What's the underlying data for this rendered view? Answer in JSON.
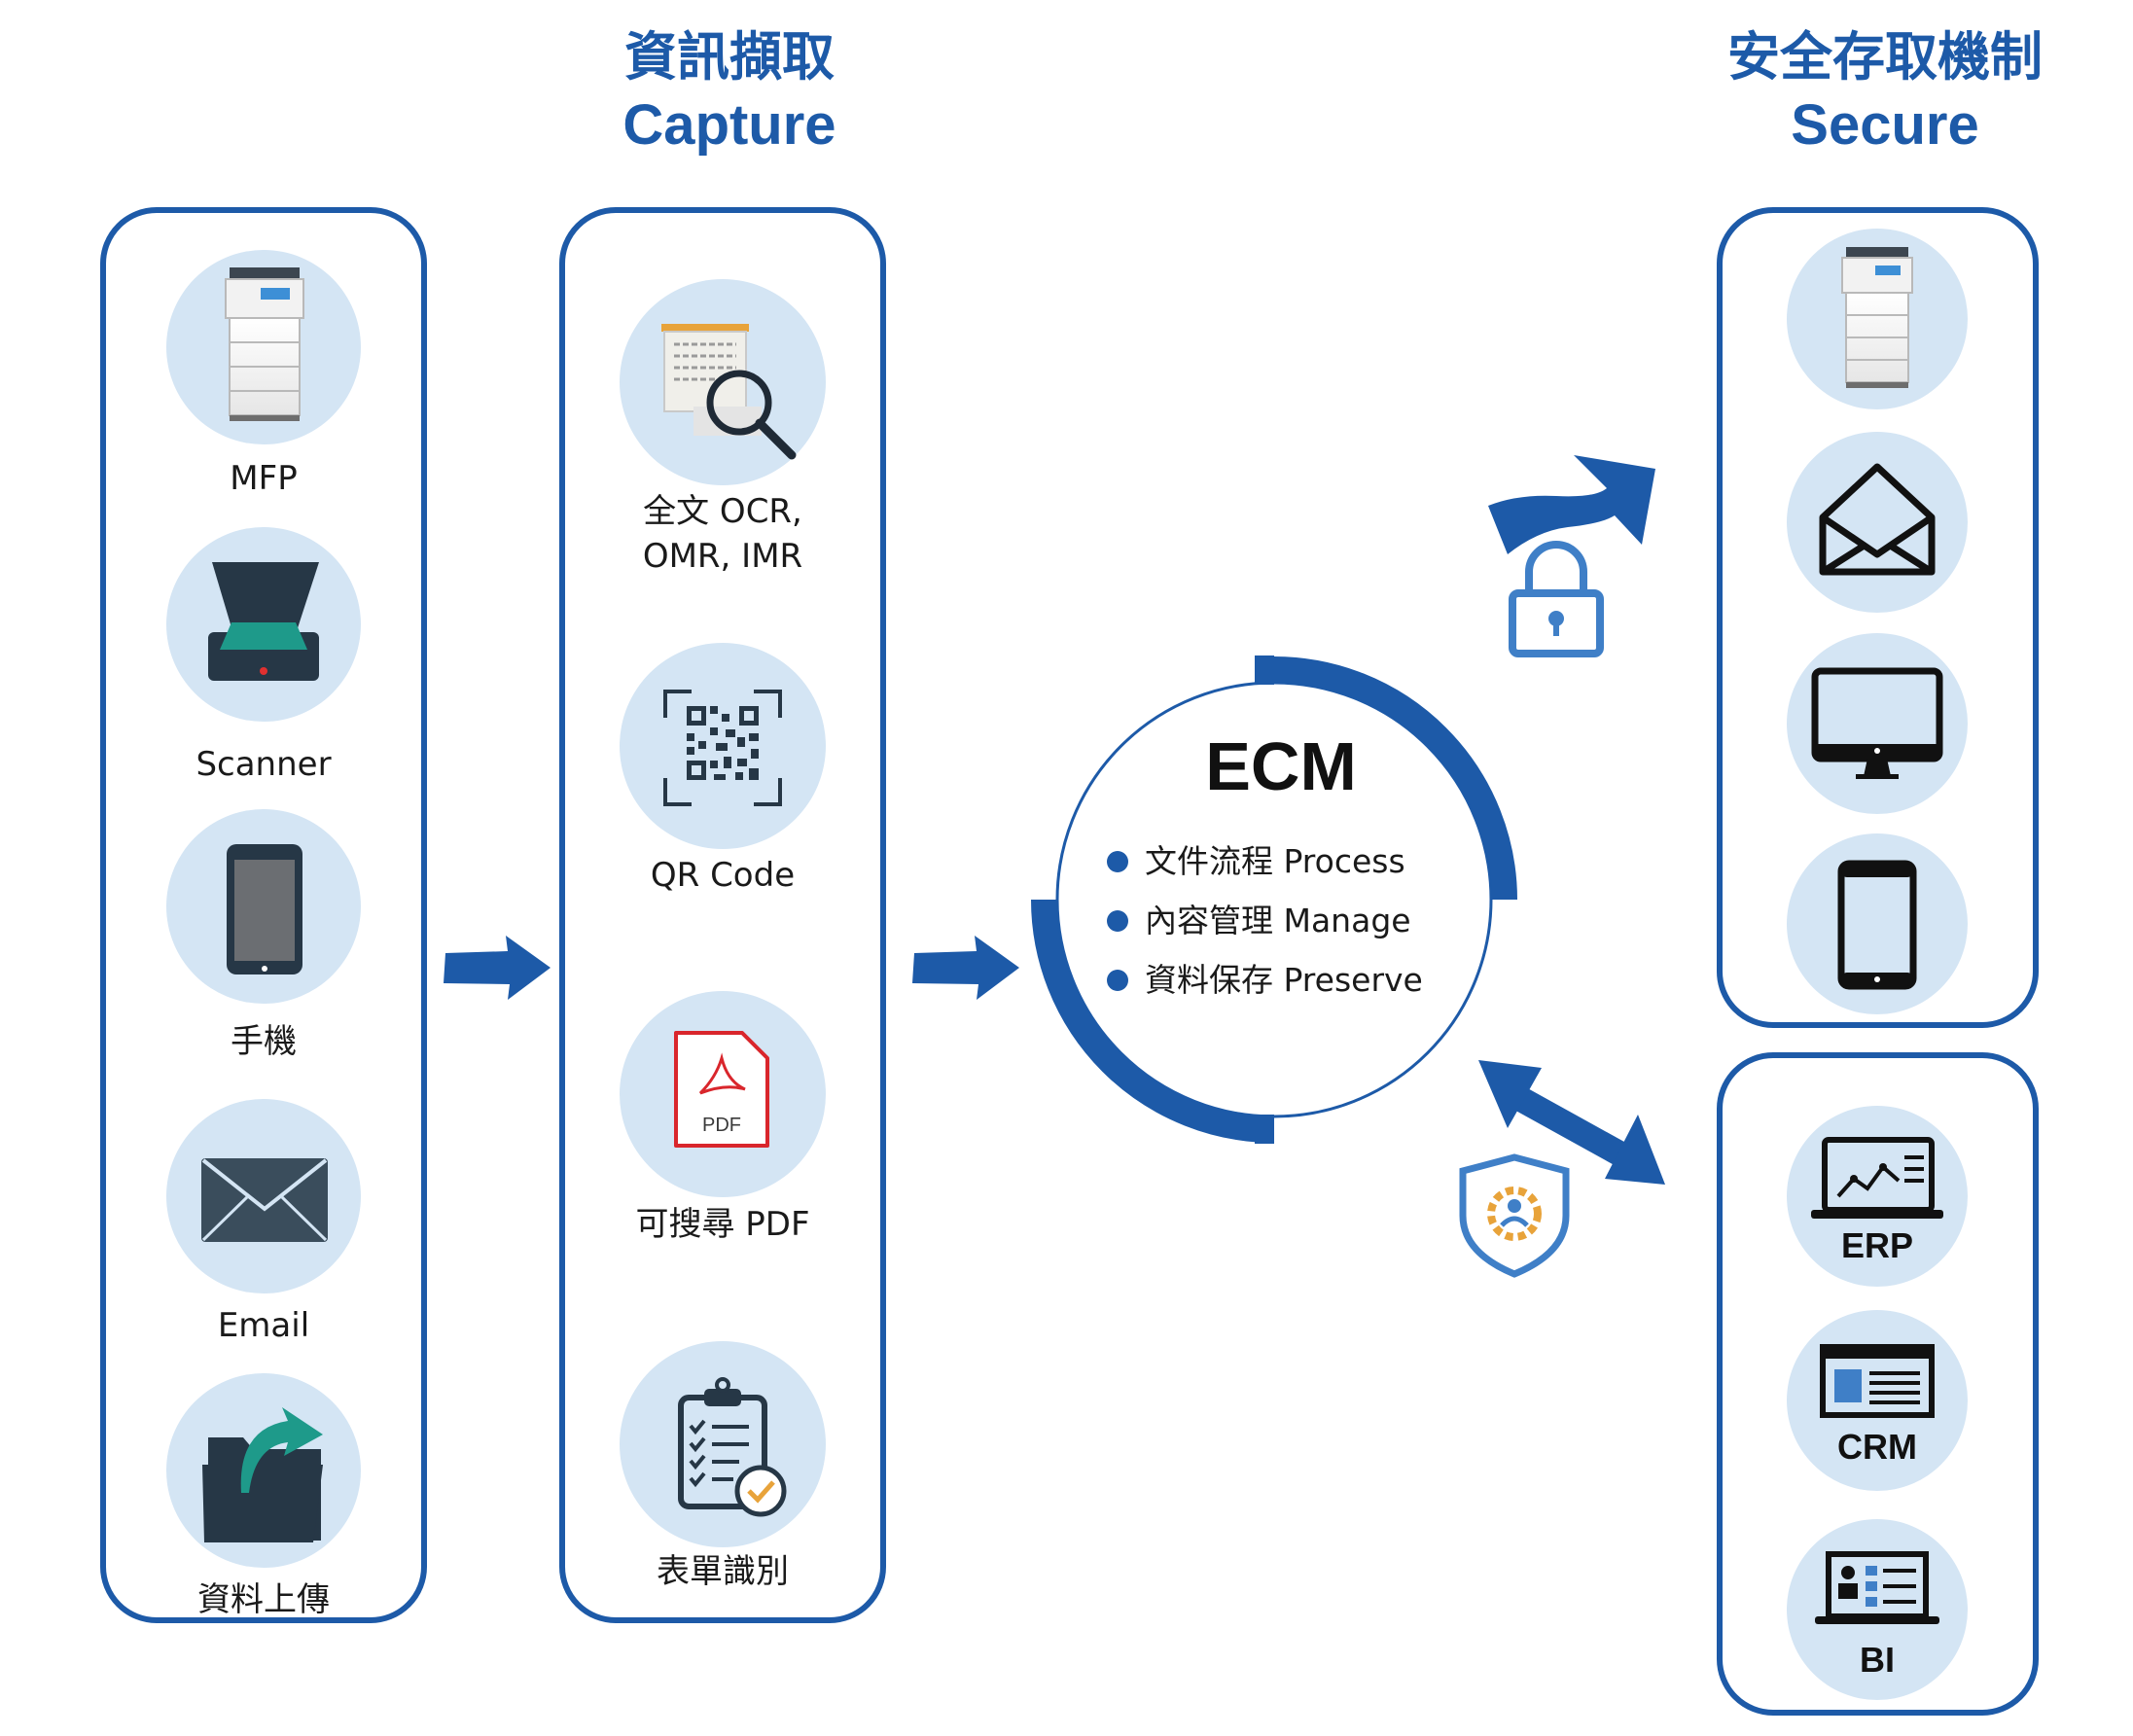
{
  "titles": {
    "capture_zh": "資訊擷取",
    "capture_en": "Capture",
    "secure_zh": "安全存取機制",
    "secure_en": "Secure"
  },
  "sources": {
    "mfp": "MFP",
    "scanner": "Scanner",
    "mobile": "手機",
    "email": "Email",
    "upload": "資料上傳"
  },
  "capture": {
    "ocr_line1": "全文 OCR,",
    "ocr_line2": "OMR, IMR",
    "qr": "QR Code",
    "pdf": "可搜尋 PDF",
    "pdf_icon_text": "PDF",
    "forms": "表單識別"
  },
  "ecm": {
    "title": "ECM",
    "items": [
      "文件流程 Process",
      "內容管理 Manage",
      "資料保存 Preserve"
    ]
  },
  "systems": {
    "erp": "ERP",
    "crm": "CRM",
    "bi": "BI"
  },
  "colors": {
    "brand_blue": "#1d5aa8",
    "circle_bg": "#d4e5f4",
    "dark_icon": "#263746",
    "accent_teal": "#1e9a8a",
    "accent_orange": "#e8a33a",
    "pdf_red": "#d9262c"
  }
}
